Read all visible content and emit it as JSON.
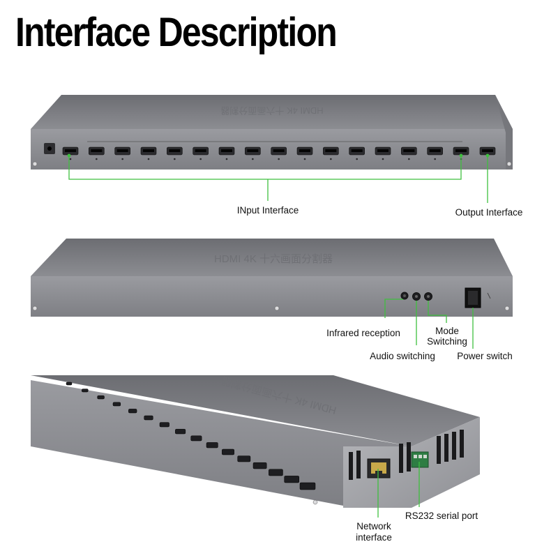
{
  "title": "Interface Description",
  "device_label": "HDMI 4K 十六画面分割器",
  "labels": {
    "input": "INput Interface",
    "output": "Output Interface",
    "infrared": "Infrared reception",
    "mode_line1": "Mode",
    "mode_line2": "Switching",
    "audio": "Audio switching",
    "power": "Power switch",
    "network_line1": "Network",
    "network_line2": "interface",
    "rs232": "RS232 serial port"
  },
  "colors": {
    "callout_line": "#3fbf3f",
    "device_body": "#8e8f94",
    "device_top": "#7d7e83"
  },
  "hdmi_input_count": 16
}
